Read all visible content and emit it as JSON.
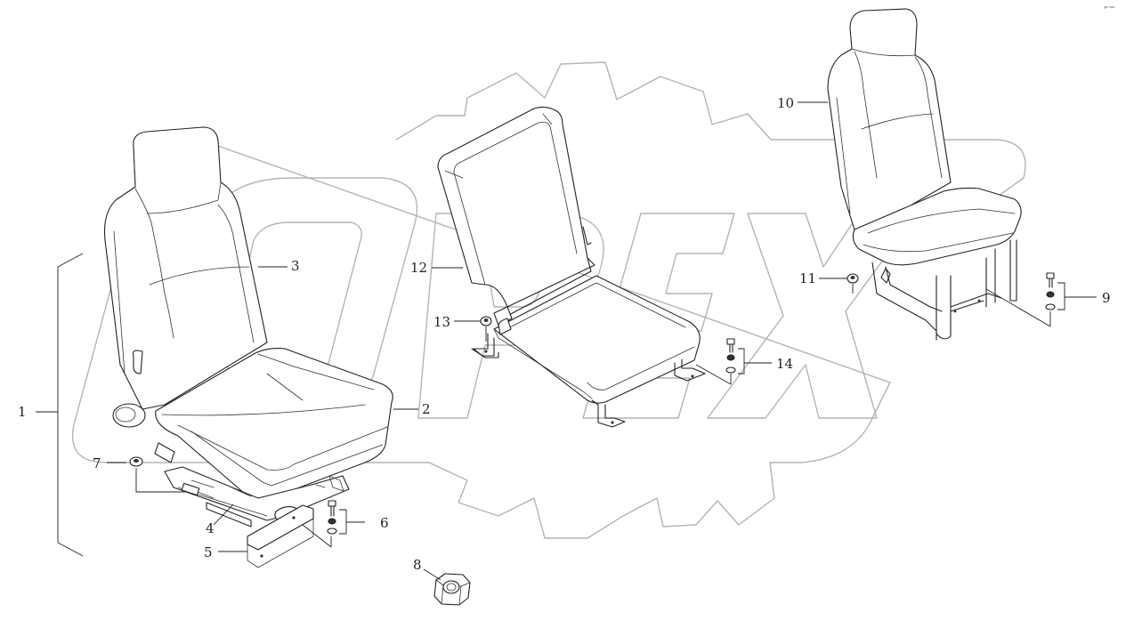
{
  "diagram": {
    "callouts": [
      {
        "id": "c1",
        "label": "1"
      },
      {
        "id": "c2",
        "label": "2"
      },
      {
        "id": "c3",
        "label": "3"
      },
      {
        "id": "c4",
        "label": "4"
      },
      {
        "id": "c5",
        "label": "5"
      },
      {
        "id": "c6",
        "label": "6"
      },
      {
        "id": "c7",
        "label": "7"
      },
      {
        "id": "c8",
        "label": "8"
      },
      {
        "id": "c9",
        "label": "9"
      },
      {
        "id": "c10",
        "label": "10"
      },
      {
        "id": "c11",
        "label": "11"
      },
      {
        "id": "c12",
        "label": "12"
      },
      {
        "id": "c13",
        "label": "13"
      },
      {
        "id": "c14",
        "label": "14"
      }
    ],
    "corner_mark": "ᵍᴹ ⁰⁰⁰",
    "watermark": "OPEX"
  }
}
